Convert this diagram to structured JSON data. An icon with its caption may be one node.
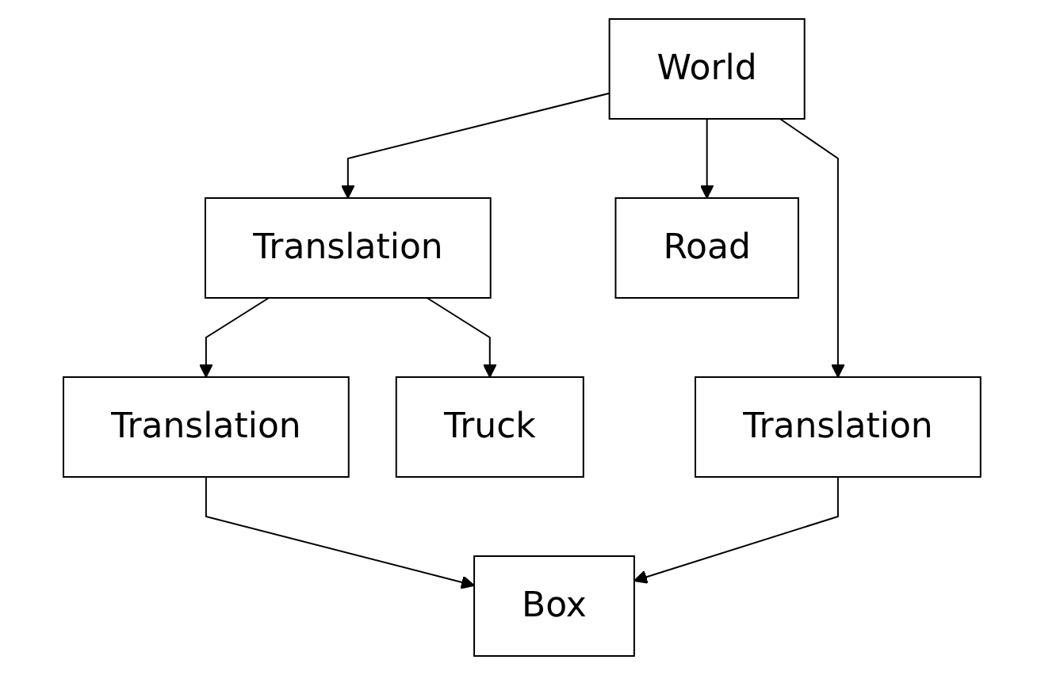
{
  "diagram": {
    "nodes": [
      {
        "text": [
          "World"
        ]
      },
      {
        "text": [
          "Translation"
        ]
      },
      {
        "text": [
          "Road"
        ]
      },
      {
        "text": [
          "Translation"
        ]
      },
      {
        "text": [
          "Truck"
        ]
      },
      {
        "text": [
          "Translation"
        ]
      },
      {
        "text": [
          "Box"
        ]
      }
    ],
    "edges": [
      {
        "from": 0,
        "to": 1,
        "arrow": "to"
      },
      {
        "from": 0,
        "to": 2,
        "arrow": "to"
      },
      {
        "from": 0,
        "to": 3,
        "arrow": "to"
      },
      {
        "from": 1,
        "to": 4,
        "arrow": "to"
      },
      {
        "from": 1,
        "to": 5,
        "arrow": "to"
      },
      {
        "from": 5,
        "to": 6,
        "arrow": "to"
      },
      {
        "from": 3,
        "to": 6,
        "arrow": "to"
      }
    ]
  }
}
